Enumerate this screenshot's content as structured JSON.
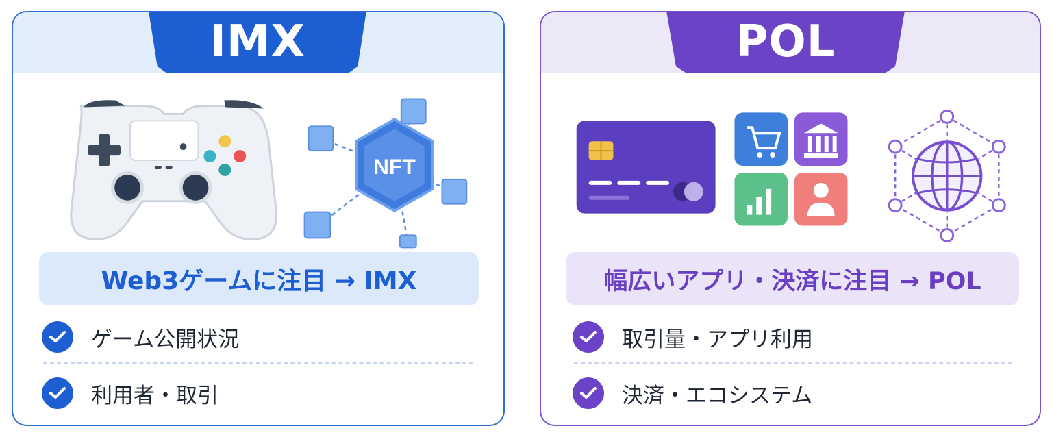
{
  "imx": {
    "title": "IMX",
    "nft_label": "NFT",
    "banner": "Web3ゲームに注目 → IMX",
    "checks": [
      {
        "label": "ゲーム公開状況",
        "icon": "check-icon"
      },
      {
        "label": "利用者・取引",
        "icon": "check-icon"
      }
    ],
    "illustration_icons": [
      "game-controller-icon",
      "nft-network-icon"
    ],
    "colors": {
      "accent": "#1d5fd2",
      "band": "#e2eefc",
      "banner_bg": "#dbe9fb"
    }
  },
  "pol": {
    "title": "POL",
    "banner": "幅広いアプリ・決済に注目 → POL",
    "checks": [
      {
        "label": "取引量・アプリ利用",
        "icon": "check-icon"
      },
      {
        "label": "決済・エコシステム",
        "icon": "check-icon"
      }
    ],
    "illustration_icons": [
      "credit-card-icon",
      "shopping-cart-icon",
      "bank-icon",
      "bar-chart-icon",
      "user-icon",
      "globe-network-icon"
    ],
    "colors": {
      "accent": "#6a43c7",
      "band": "#ede8f8",
      "banner_bg": "#ebe4f8"
    }
  }
}
